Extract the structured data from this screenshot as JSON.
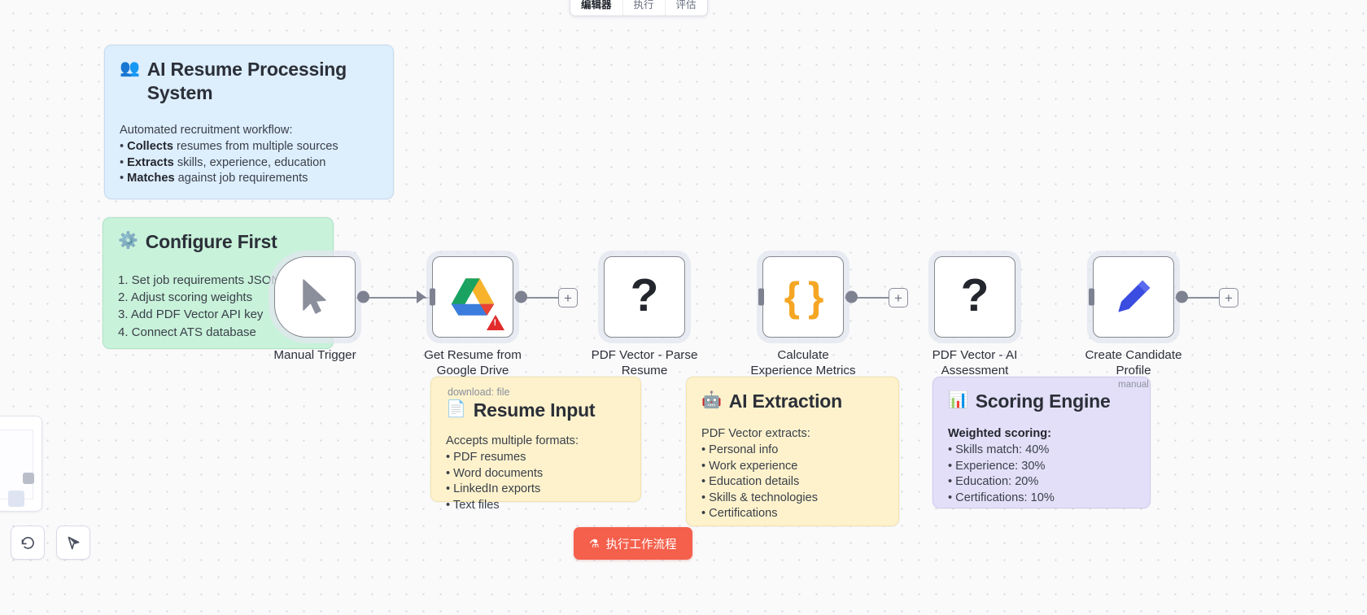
{
  "top_tabs": [
    {
      "label": "编辑器",
      "active": true
    },
    {
      "label": "执行",
      "active": false
    },
    {
      "label": "评估",
      "active": false
    }
  ],
  "notes": {
    "overview": {
      "emoji": "👥",
      "icon_name": "people-icon",
      "title": "AI Resume Processing System",
      "lead": "Automated recruitment workflow:",
      "items": [
        {
          "bold": "Collects",
          "rest": " resumes from multiple sources"
        },
        {
          "bold": "Extracts",
          "rest": " skills, experience, education"
        },
        {
          "bold": "Matches",
          "rest": " against job requirements"
        }
      ],
      "color": "#ddeefc"
    },
    "configure": {
      "emoji": "⚙️",
      "icon_name": "gear-icon",
      "title": "Configure First",
      "items": [
        "1. Set job requirements JSON",
        "2. Adjust scoring weights",
        "3. Add PDF Vector API key",
        "4. Connect ATS database"
      ],
      "color": "#c8f2da"
    },
    "resume_input": {
      "sub": "download: file",
      "emoji": "📄",
      "icon_name": "document-icon",
      "title": "Resume Input",
      "lead": "Accepts multiple formats:",
      "items": [
        "PDF resumes",
        "Word documents",
        "LinkedIn exports",
        "Text files"
      ],
      "color": "#fdf2cc"
    },
    "ai_extraction": {
      "emoji": "🤖",
      "icon_name": "robot-icon",
      "title": "AI Extraction",
      "lead": "PDF Vector extracts:",
      "items": [
        "Personal info",
        "Work experience",
        "Education details",
        "Skills & technologies",
        "Certifications"
      ],
      "color": "#fdf2cc"
    },
    "scoring_engine": {
      "emoji": "📊",
      "icon_name": "bar-chart-icon",
      "title": "Scoring Engine",
      "lead": "Weighted scoring:",
      "items": [
        "Skills match: 40%",
        "Experience: 30%",
        "Education: 20%",
        "Certifications: 10%"
      ],
      "color": "#e3dff8"
    }
  },
  "nodes": [
    {
      "id": "manual-trigger",
      "label": "Manual Trigger",
      "sublabel": "",
      "icon": "cursor-icon",
      "shape": "trigger"
    },
    {
      "id": "get-resume-google-drive",
      "label": "Get Resume from Google Drive",
      "sublabel": "",
      "icon": "google-drive-icon",
      "shape": "box",
      "warning": true
    },
    {
      "id": "pdf-vector-parse-resume",
      "label": "PDF Vector - Parse Resume",
      "sublabel": "",
      "icon": "question-mark-icon",
      "shape": "box"
    },
    {
      "id": "calculate-experience-metrics",
      "label": "Calculate Experience Metrics",
      "sublabel": "",
      "icon": "code-braces-icon",
      "shape": "box"
    },
    {
      "id": "pdf-vector-ai-assessment",
      "label": "PDF Vector - AI Assessment",
      "sublabel": "",
      "icon": "question-mark-icon",
      "shape": "box"
    },
    {
      "id": "create-candidate-profile",
      "label": "Create Candidate Profile",
      "sublabel": "manual",
      "icon": "pencil-icon",
      "shape": "box"
    }
  ],
  "add_buttons": {
    "label": "+",
    "count": 3
  },
  "controls": {
    "undo": {
      "glyph": "↺",
      "name": "undo-button"
    },
    "tidy": {
      "glyph": "⬗",
      "name": "tidy-up-button"
    }
  },
  "execute": {
    "label": "执行工作流程",
    "icon": "flask-icon",
    "color": "#f4604c"
  }
}
